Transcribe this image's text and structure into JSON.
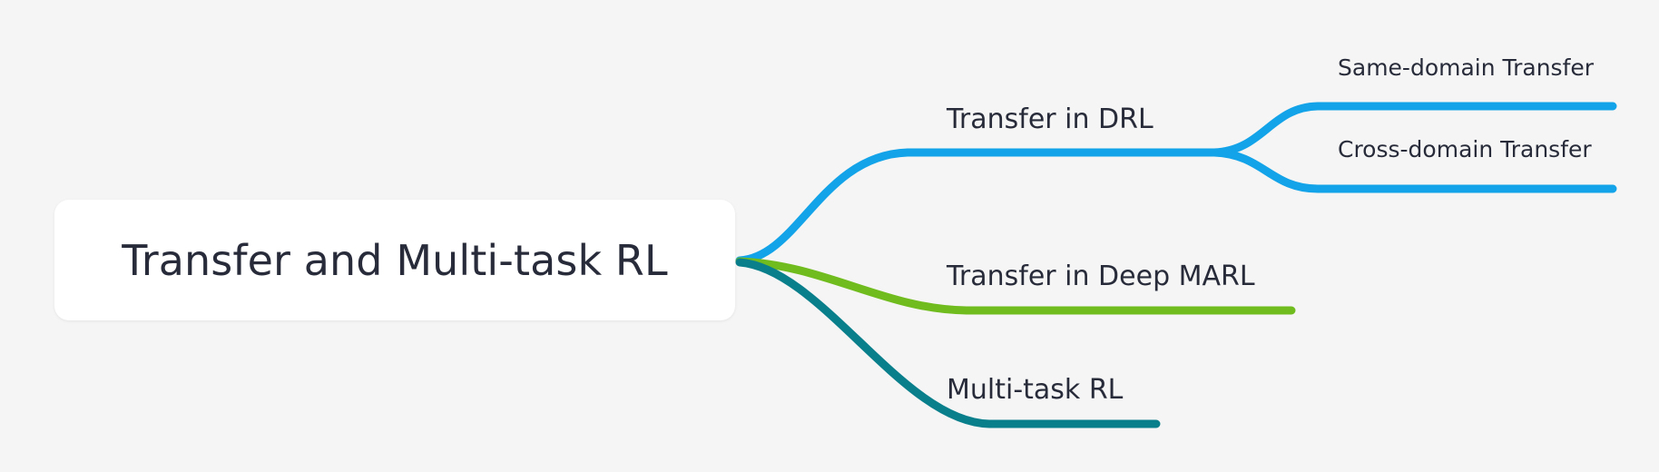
{
  "diagram": {
    "type": "mind-map",
    "background_color": "#f5f5f5",
    "text_color": "#282c3a",
    "root": {
      "label": "Transfer and Multi-task RL",
      "card_color": "#ffffff"
    },
    "branches": [
      {
        "label": "Transfer in DRL",
        "color": "#13a3e8",
        "children": [
          {
            "label": "Same-domain Transfer",
            "color": "#13a3e8"
          },
          {
            "label": "Cross-domain Transfer",
            "color": "#13a3e8"
          }
        ]
      },
      {
        "label": "Transfer in Deep MARL",
        "color": "#70bc1f",
        "children": []
      },
      {
        "label": "Multi-task RL",
        "color": "#0a7f8c",
        "children": []
      }
    ]
  }
}
